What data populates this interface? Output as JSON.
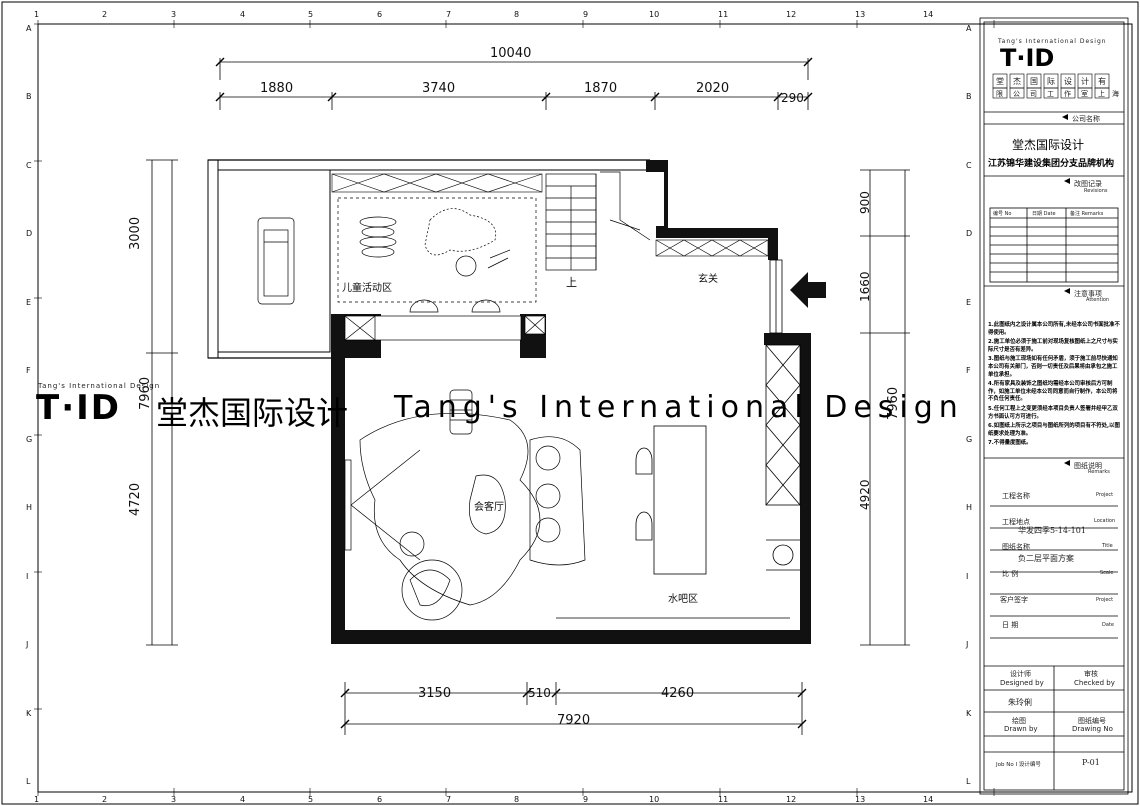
{
  "grid": {
    "top_numbers": [
      "1",
      "2",
      "3",
      "4",
      "5",
      "6",
      "7",
      "8",
      "9",
      "10",
      "11",
      "12",
      "13",
      "14"
    ],
    "left_letters": [
      "A",
      "B",
      "C",
      "D",
      "E",
      "F",
      "G",
      "H",
      "I",
      "J",
      "K",
      "L"
    ]
  },
  "dimensions": {
    "top_total": "10040",
    "top_segments": [
      "1880",
      "3740",
      "1870",
      "2020",
      "290"
    ],
    "left_top": "3000",
    "left_bottom": "4720",
    "left_total": "7960",
    "right_segments": [
      "900",
      "1660",
      "4920"
    ],
    "right_total": "7960",
    "bottom_segments": [
      "3150",
      "510",
      "4260"
    ],
    "bottom_total": "7920"
  },
  "rooms": {
    "kids": "儿童活动区",
    "entrance": "玄关",
    "stairs_up": "上",
    "living": "会客厅",
    "bar": "水吧区"
  },
  "watermark": {
    "logo_small": "Tang's International Design",
    "logo_mark": "T·ID",
    "chinese": "堂杰国际设计",
    "english": "Tang's International Design"
  },
  "title_block": {
    "logo_top": "Tang's International Design",
    "logo_mark": "T·ID",
    "logo_chars": [
      "堂",
      "杰",
      "国",
      "际",
      "设",
      "计",
      "有",
      "限",
      "公",
      "司",
      "工",
      "作",
      "室",
      "上",
      "海"
    ],
    "company_section": "公司名称",
    "company_name": "堂杰国际设计",
    "company_sub": "江苏锦华建设集团分支品牌机构",
    "revisions_cn": "改图记录",
    "revisions_en": "Revisions",
    "rev_headers": [
      "编号 No",
      "日期 Date",
      "备注 Remarks"
    ],
    "attention_cn": "注意事项",
    "attention_en": "Attention",
    "notes": [
      "1.此图纸内之设计属本公司所有,未经本公司书面批准不得使用。",
      "2.施工单位必须于施工前对现场复核图纸上之尺寸与实际尺寸是否有差异。",
      "3.图纸与施工现场如有任何矛盾，须于施工前尽快通知本公司有关部门，否则一切责任及后果将由承包之施工单位承担。",
      "4.所有家具及装饰之图纸均需经本公司审核后方可制作，如施工单位未经本公司同意而自行制作，本公司将不负任何责任。",
      "5.任何工程上之变更须经本项目负责人签署并经甲乙双方书面认可方可进行。",
      "6.如图纸上所示之项目与图纸所列的项目有不符处,以图纸要求处理为准。",
      "7.不得量度图纸。"
    ],
    "remarks_cn": "图纸说明",
    "remarks_en": "Remarks",
    "project_label": "工程名称",
    "project_en": "Project",
    "location_label": "工程地点",
    "location_en": "Location",
    "location_value": "华发四季5-14-101",
    "drawing_label": "图纸名称",
    "drawing_en": "Title",
    "drawing_value": "负二层平面方案",
    "scale_label": "比    例",
    "scale_en": "Scale",
    "client_label": "客户签字",
    "client_en": "Project",
    "date_label": "日    期",
    "date_en": "Date",
    "designed_cn": "设计师",
    "designed_en": "Designed by",
    "designer_name": "朱玲俐",
    "checked_cn": "审核",
    "checked_en": "Checked by",
    "drawn_cn": "绘图",
    "drawn_en": "Drawn by",
    "drawing_no_cn": "图纸编号",
    "drawing_no_en": "Drawing No",
    "job_no": "Job No  I  设计编号",
    "drawing_no_value": "P-01"
  }
}
